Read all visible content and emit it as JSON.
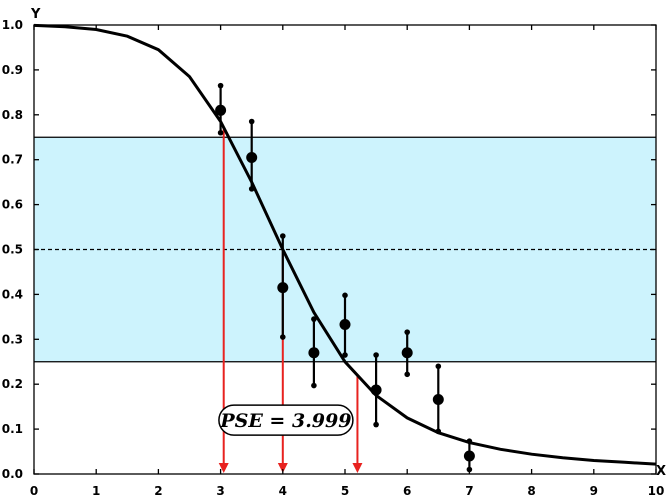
{
  "chart_data": {
    "type": "scatter",
    "xlabel": "X",
    "ylabel": "Y",
    "xlim": [
      0,
      10
    ],
    "ylim": [
      0,
      1
    ],
    "x_ticks": [
      0,
      1,
      2,
      3,
      4,
      5,
      6,
      7,
      8,
      9,
      10
    ],
    "y_ticks": [
      "0.0",
      "0.1",
      "0.2",
      "0.3",
      "0.4",
      "0.5",
      "0.6",
      "0.7",
      "0.8",
      "0.9",
      "1.0"
    ],
    "grid": false,
    "band": {
      "y_low": 0.25,
      "y_high": 0.75,
      "color": "#cdf3fd"
    },
    "midline_y": 0.5,
    "points": [
      {
        "x": 3.0,
        "y": 0.81,
        "low": 0.76,
        "high": 0.865
      },
      {
        "x": 3.5,
        "y": 0.705,
        "low": 0.635,
        "high": 0.785
      },
      {
        "x": 4.0,
        "y": 0.415,
        "low": 0.305,
        "high": 0.53
      },
      {
        "x": 4.5,
        "y": 0.27,
        "low": 0.197,
        "high": 0.345
      },
      {
        "x": 5.0,
        "y": 0.333,
        "low": 0.265,
        "high": 0.398
      },
      {
        "x": 5.5,
        "y": 0.187,
        "low": 0.11,
        "high": 0.265
      },
      {
        "x": 6.0,
        "y": 0.27,
        "low": 0.222,
        "high": 0.316
      },
      {
        "x": 6.5,
        "y": 0.166,
        "low": 0.095,
        "high": 0.24
      },
      {
        "x": 7.0,
        "y": 0.04,
        "low": 0.01,
        "high": 0.073
      }
    ],
    "fit_curve": {
      "pse": 3.999,
      "points": [
        [
          0,
          0.999
        ],
        [
          0.5,
          0.996
        ],
        [
          1,
          0.99
        ],
        [
          1.5,
          0.975
        ],
        [
          2,
          0.945
        ],
        [
          2.5,
          0.885
        ],
        [
          3,
          0.785
        ],
        [
          3.5,
          0.65
        ],
        [
          4,
          0.5
        ],
        [
          4.5,
          0.36
        ],
        [
          5,
          0.25
        ],
        [
          5.5,
          0.175
        ],
        [
          6,
          0.125
        ],
        [
          6.5,
          0.092
        ],
        [
          7,
          0.07
        ],
        [
          7.5,
          0.055
        ],
        [
          8,
          0.044
        ],
        [
          8.5,
          0.036
        ],
        [
          9,
          0.03
        ],
        [
          9.5,
          0.026
        ],
        [
          10,
          0.022
        ]
      ]
    },
    "drop_lines_x": [
      3.05,
      4.0,
      5.2
    ],
    "drop_line_color": "#e8221f",
    "annotation": {
      "text": "PSE = 3.999",
      "x": 4.05,
      "y": 0.12
    }
  }
}
